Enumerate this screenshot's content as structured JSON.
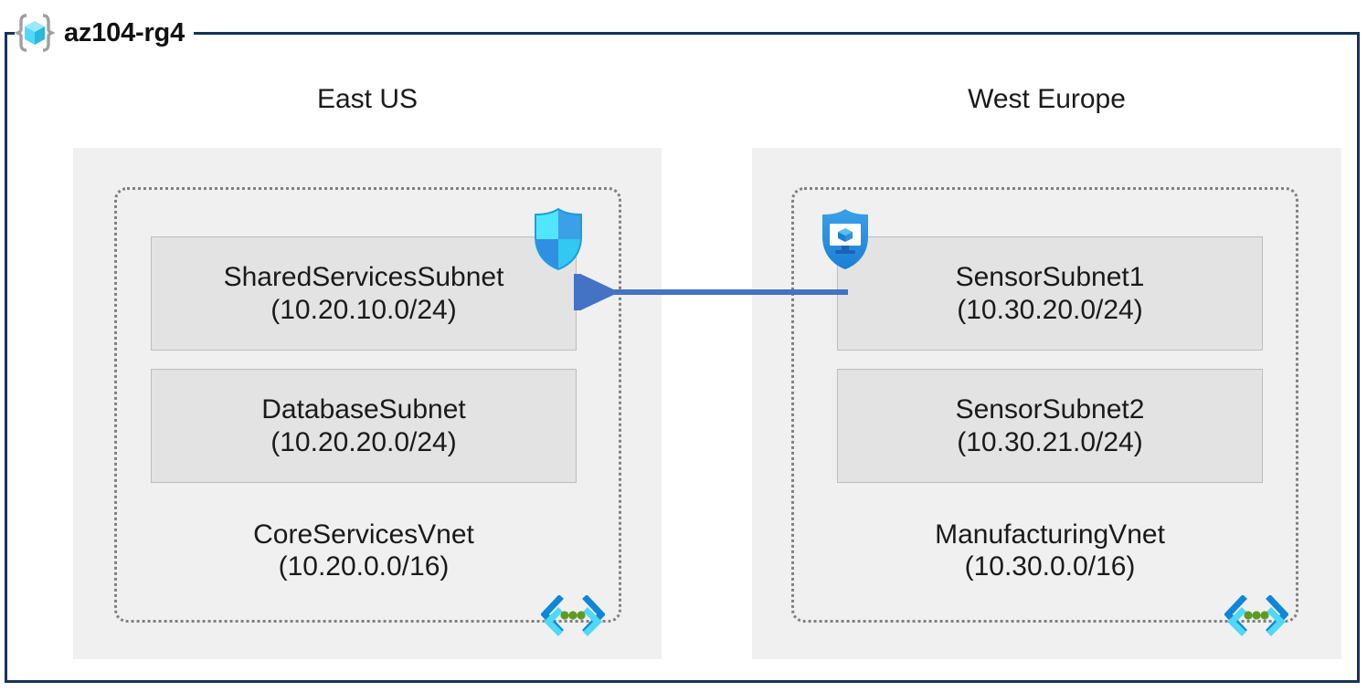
{
  "resource_group": {
    "name": "az104-rg4",
    "icon": "resource-group-cube-icon",
    "frame_color": "#16325c"
  },
  "regions": [
    {
      "id": "eastus",
      "label": "East US"
    },
    {
      "id": "westeurope",
      "label": "West Europe"
    }
  ],
  "vnets": [
    {
      "id": "core-services",
      "region": "eastus",
      "name": "CoreServicesVnet",
      "cidr": "(10.20.0.0/16)",
      "icon": "virtual-network-icon",
      "subnets": [
        {
          "id": "shared-services",
          "name": "SharedServicesSubnet",
          "cidr": "(10.20.10.0/24)",
          "icon": "network-security-group-shield-icon"
        },
        {
          "id": "database",
          "name": "DatabaseSubnet",
          "cidr": "(10.20.20.0/24)",
          "icon": null
        }
      ]
    },
    {
      "id": "manufacturing",
      "region": "westeurope",
      "name": "ManufacturingVnet",
      "cidr": "(10.30.0.0/16)",
      "icon": "virtual-network-icon",
      "subnets": [
        {
          "id": "sensor-1",
          "name": "SensorSubnet1",
          "cidr": "(10.30.20.0/24)",
          "icon": "network-security-group-vm-shield-icon"
        },
        {
          "id": "sensor-2",
          "name": "SensorSubnet2",
          "cidr": "(10.30.21.0/24)",
          "icon": null
        }
      ]
    }
  ],
  "connections": [
    {
      "id": "peering",
      "from": "manufacturing",
      "to": "core-services",
      "direction": "left",
      "color": "#4472c4"
    }
  ],
  "colors": {
    "frame": "#16325c",
    "region_box": "#f0f0f0",
    "subnet_box": "#e3e3e3",
    "subnet_border": "#bdbdbd",
    "vnet_border": "#808080",
    "arrow": "#4472c4",
    "icon_cyan": "#50e6ff",
    "icon_blue": "#0078d4",
    "icon_green": "#5e9b24"
  }
}
